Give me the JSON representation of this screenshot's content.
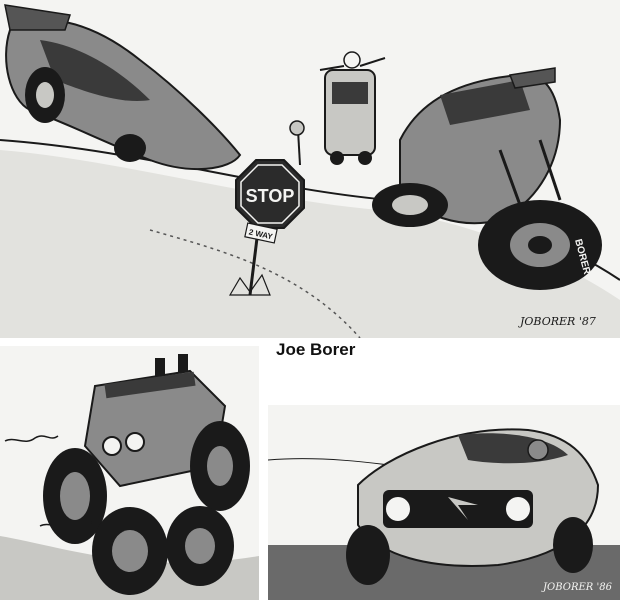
{
  "artist": {
    "name": "Joe Borer"
  },
  "illustrations": [
    {
      "id": "stop-sign-scene",
      "sign_text": "STOP",
      "sign_subtext": "2 WAY",
      "signature": "JOBORER '87",
      "tire_lettering": "BORER"
    },
    {
      "id": "monster-truck"
    },
    {
      "id": "muscle-car",
      "signature": "JOBORER '86"
    }
  ],
  "colors": {
    "ink": "#1a1a1a",
    "paper": "#f4f4f2",
    "shade": "#8a8a8a",
    "light_shade": "#c8c8c4",
    "sign_red": "#2b2b2b"
  }
}
